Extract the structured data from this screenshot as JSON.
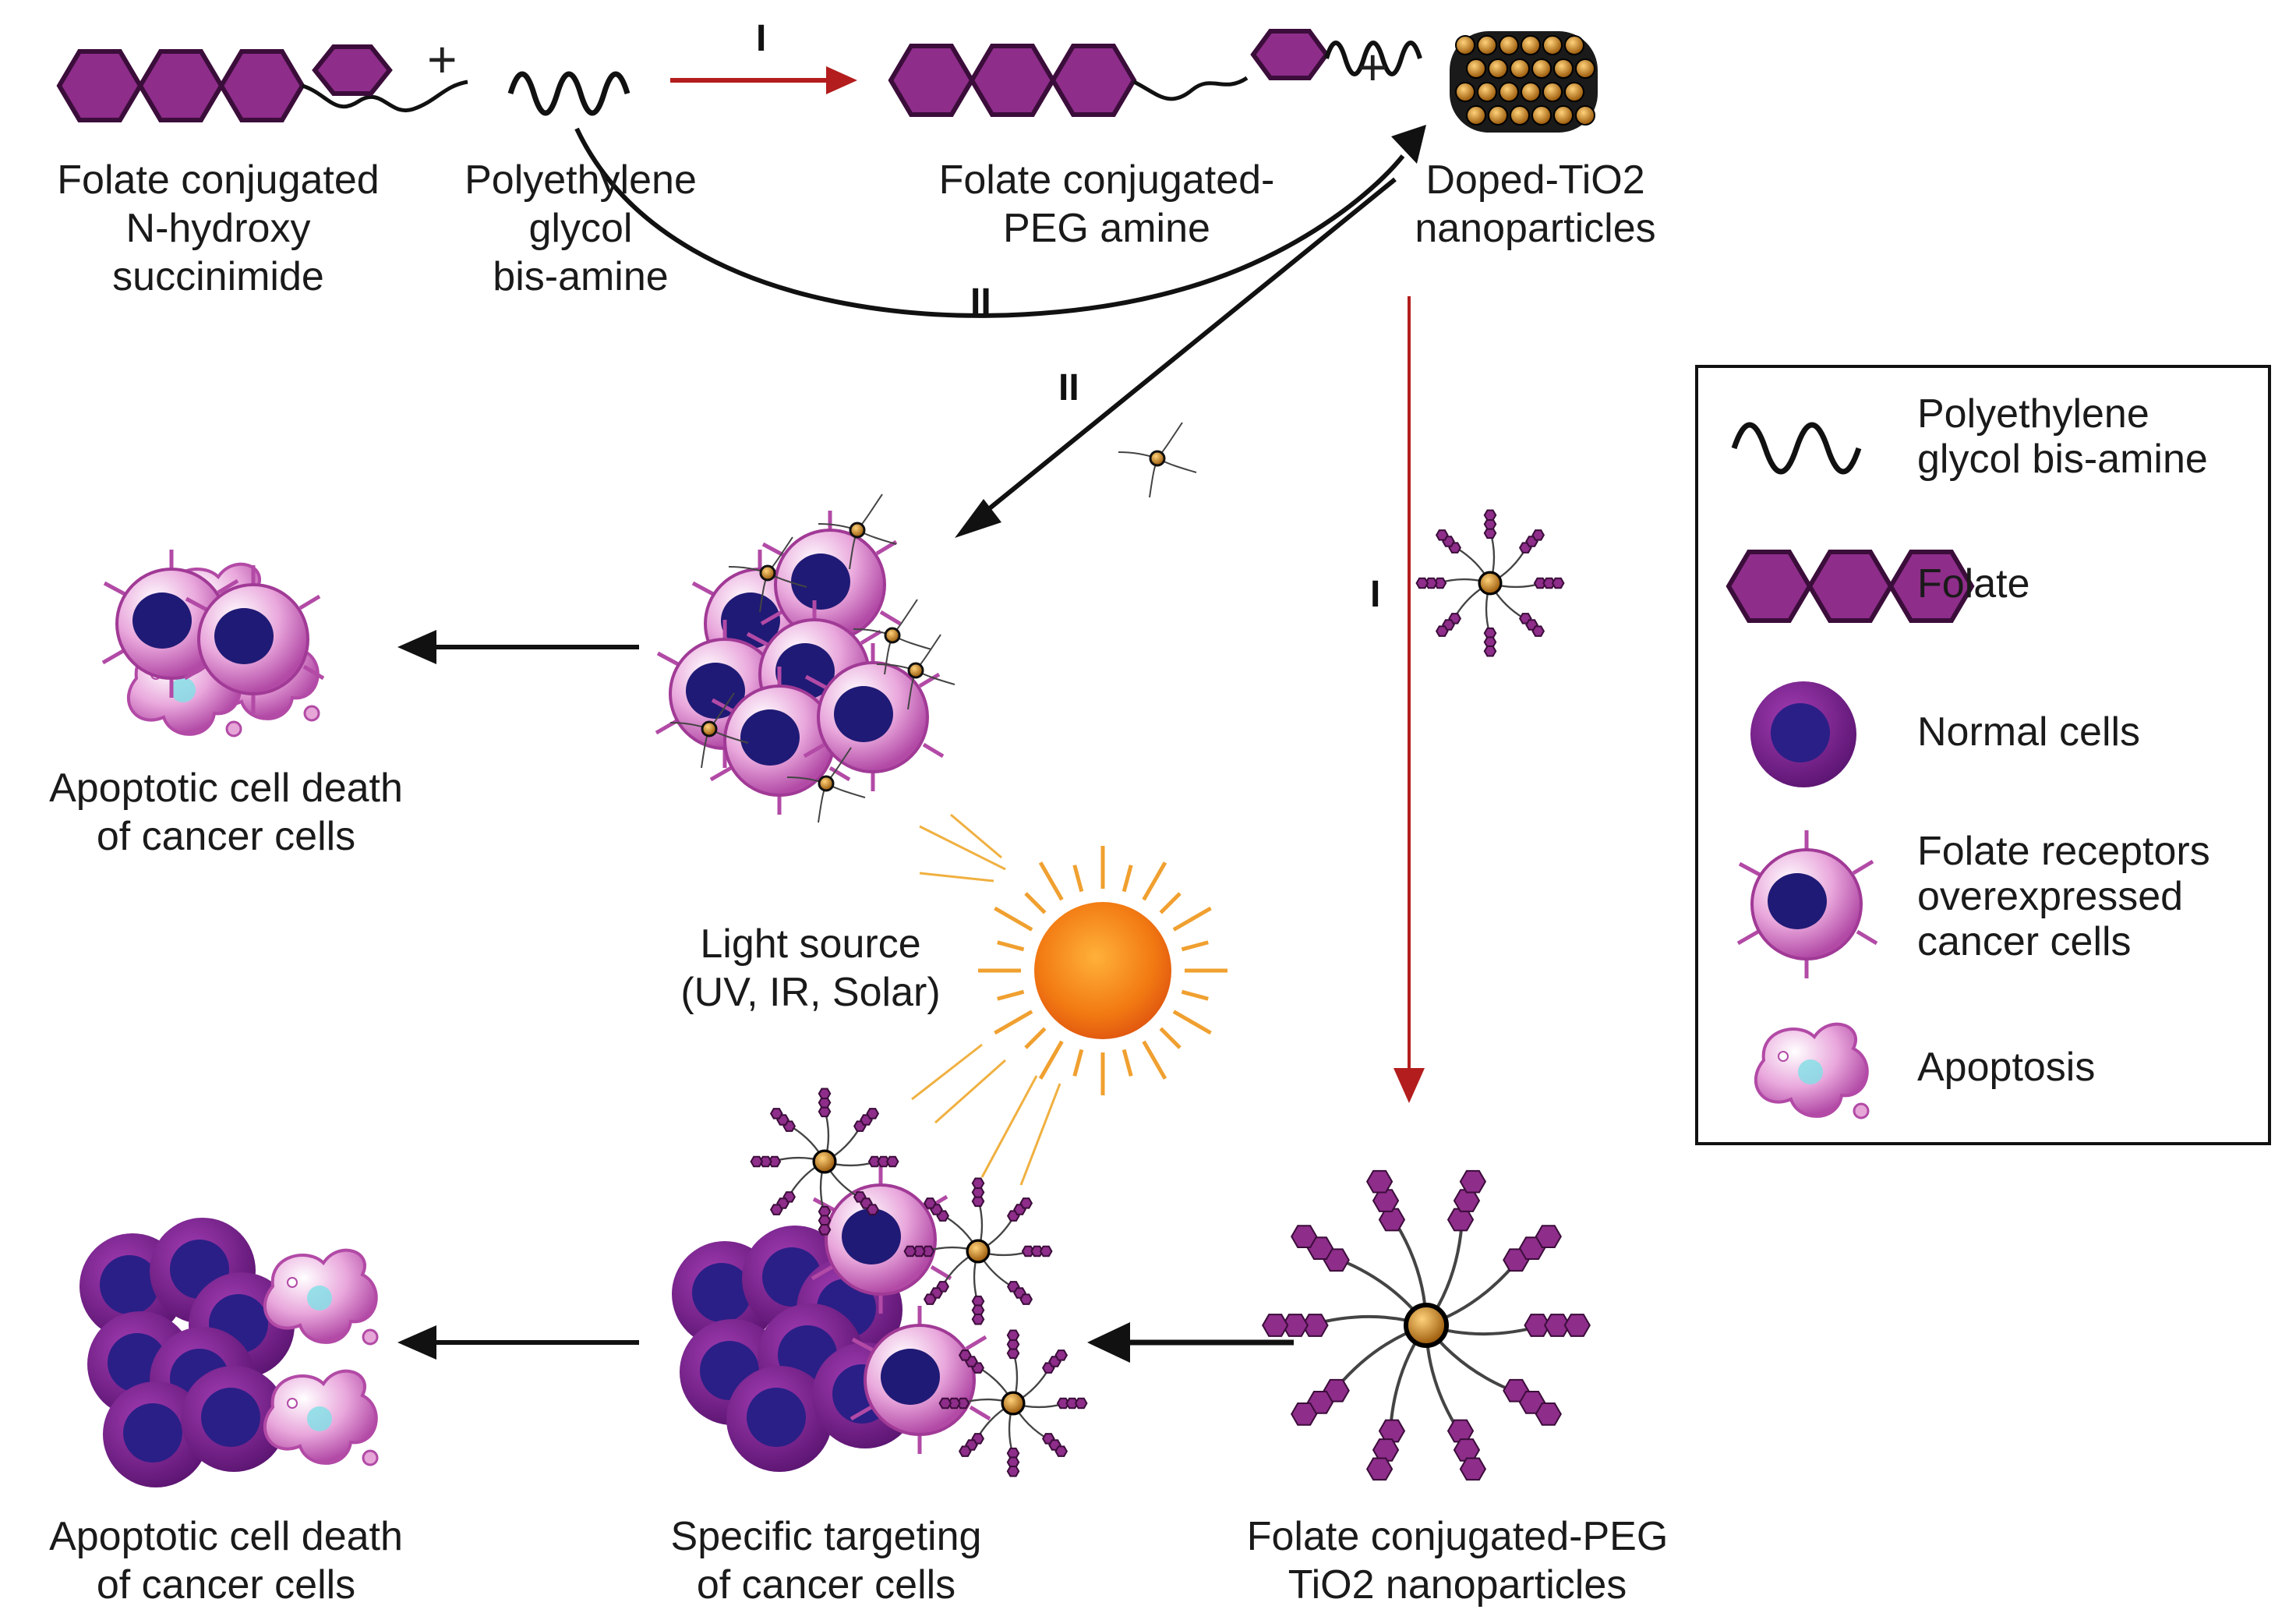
{
  "reactants": {
    "folate_nhs": [
      "Folate conjugated",
      "N-hydroxy",
      "succinimide"
    ],
    "peg": [
      "Polyethylene",
      "glycol",
      "bis-amine"
    ],
    "folate_peg_amine": [
      "Folate conjugated-",
      "PEG amine"
    ],
    "doped_tio2": [
      "Doped-TiO2",
      "nanoparticles"
    ]
  },
  "plus_sign": "+",
  "route_labels": {
    "one": "I",
    "two": "II"
  },
  "left_top_outcome": [
    "Apoptotic cell death",
    "of cancer cells"
  ],
  "light": [
    "Light source",
    "(UV, IR, Solar)"
  ],
  "bottom": {
    "left": [
      "Apoptotic cell death",
      "of cancer cells"
    ],
    "middle": [
      "Specific targeting",
      "of cancer cells"
    ],
    "right": [
      "Folate conjugated-PEG",
      "TiO2 nanoparticles"
    ]
  },
  "legend": {
    "peg": [
      "Polyethylene",
      "glycol bis-amine"
    ],
    "folate": [
      "Folate"
    ],
    "normal": [
      "Normal cells"
    ],
    "cancer": [
      "Folate receptors",
      "overexpressed",
      "cancer cells"
    ],
    "apoptosis": [
      "Apoptosis"
    ]
  },
  "colors": {
    "folate_purple": "#8e2d8a",
    "normal_outer": "#7b2487",
    "normal_inner": "#1f1a75",
    "cancer_pink": "#e6a6d8",
    "route_one_red": "#b31d1d",
    "sun_orange": "#f27a12",
    "particle_gold": "#c98a1e",
    "text": "#1a1a1a"
  }
}
